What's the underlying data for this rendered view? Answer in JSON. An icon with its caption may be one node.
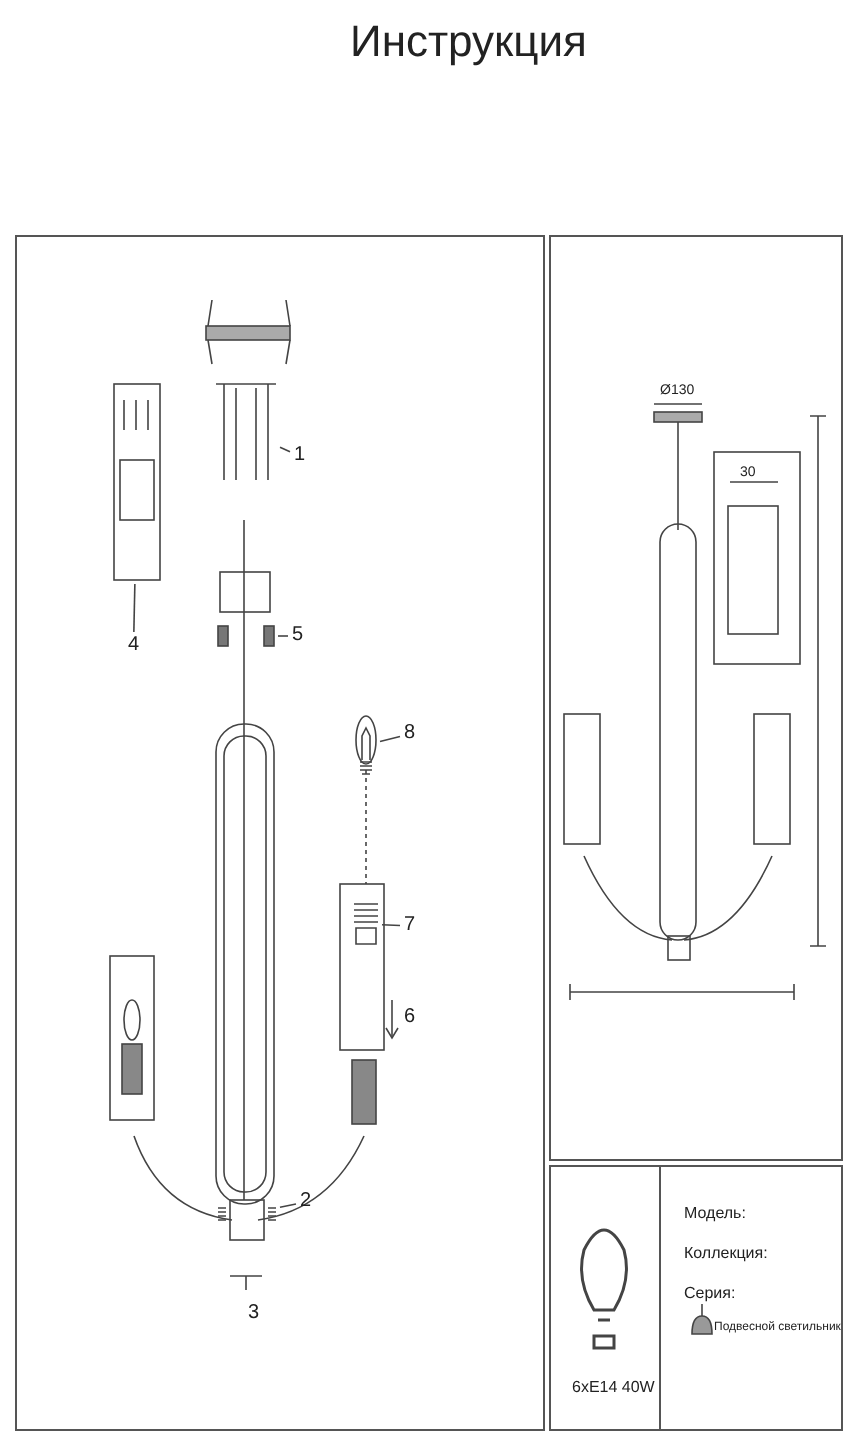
{
  "diagram": {
    "title": "Инструкция",
    "nodes": [
      {
        "text": [
          "1"
        ]
      },
      {
        "text": [],
        "shape": "picture"
      },
      {
        "text": [
          "4"
        ]
      },
      {
        "text": [],
        "shape": "picture"
      },
      {
        "text": [
          "5"
        ]
      },
      {
        "text": [],
        "shape": "picture"
      },
      {
        "text": [
          "8"
        ]
      },
      {
        "text": [],
        "shape": "picture"
      },
      {
        "text": [
          "7"
        ]
      },
      {
        "text": [],
        "shape": "picture"
      },
      {
        "text": [
          "2"
        ]
      },
      {
        "text": [],
        "shape": "picture"
      }
    ],
    "edges": [
      {
        "from": 0,
        "to": 1,
        "arrow": "none"
      },
      {
        "from": 2,
        "to": 3,
        "arrow": "none"
      },
      {
        "from": 4,
        "to": 5,
        "arrow": "none"
      },
      {
        "from": 6,
        "to": 7,
        "arrow": "none"
      },
      {
        "from": 8,
        "to": 9,
        "arrow": "none"
      },
      {
        "from": 10,
        "to": 11,
        "arrow": "none"
      }
    ],
    "labels": [
      "6",
      "3",
      "Ø130",
      "30",
      "6xE14 40W",
      "Модель:",
      "Коллекция:",
      "Серия:",
      "Подвесной светильник"
    ]
  }
}
